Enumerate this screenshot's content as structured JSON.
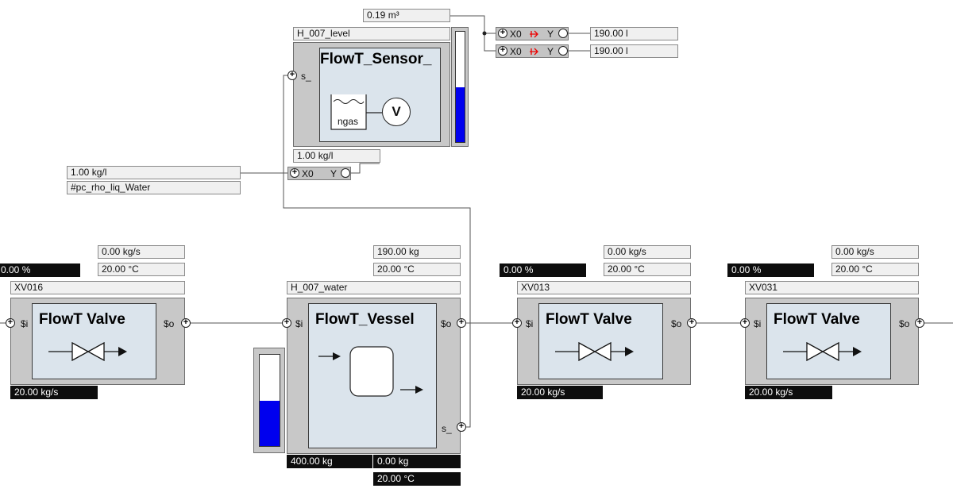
{
  "sensor": {
    "level_value": "0.19 m³",
    "name": "H_007_level",
    "title": "FlowT_Sensor_",
    "icon_label": "ngas",
    "gauge_symbol": "V",
    "port_label": "s_",
    "density_value": "1.00 kg/l",
    "level_fill": 0.5
  },
  "converter_top": [
    {
      "x_label": "X0",
      "y_label": "Y",
      "output": "190.00 l"
    },
    {
      "x_label": "X0",
      "y_label": "Y",
      "output": "190.00 l"
    }
  ],
  "density_input": {
    "value": "1.00 kg/l",
    "tag": "#pc_rho_liq_Water",
    "x_label": "X0",
    "y_label": "Y"
  },
  "valves": [
    {
      "name": "XV016",
      "title": "FlowT  Valve",
      "opening": "0.00 %",
      "flow": "0.00 kg/s",
      "temperature": "20.00 °C",
      "mass_flow": "20.00 kg/s",
      "port_in": "$i",
      "port_out": "$o"
    },
    {
      "name": "XV013",
      "title": "FlowT  Valve",
      "opening": "0.00 %",
      "flow": "0.00 kg/s",
      "temperature": "20.00 °C",
      "mass_flow": "20.00 kg/s",
      "port_in": "$i",
      "port_out": "$o"
    },
    {
      "name": "XV031",
      "title": "FlowT  Valve",
      "opening": "0.00 %",
      "flow": "0.00 kg/s",
      "temperature": "20.00 °C",
      "mass_flow": "20.00 kg/s",
      "port_in": "$i",
      "port_out": "$o"
    }
  ],
  "vessel": {
    "name": "H_007_water",
    "title": "FlowT_Vessel",
    "mass": "190.00 kg",
    "temperature": "20.00 °C",
    "capacity": "400.00 kg",
    "out_mass": "0.00 kg",
    "out_temperature": "20.00 °C",
    "port_in": "$i",
    "port_out": "$o",
    "port_sensor": "s_",
    "level_fill": 0.5
  },
  "colors": {
    "block_bg": "#c8c8c8",
    "inner_bg": "#dbe4ec",
    "level_fill": "#0000ee",
    "dark_box": "#0d0d0d"
  }
}
